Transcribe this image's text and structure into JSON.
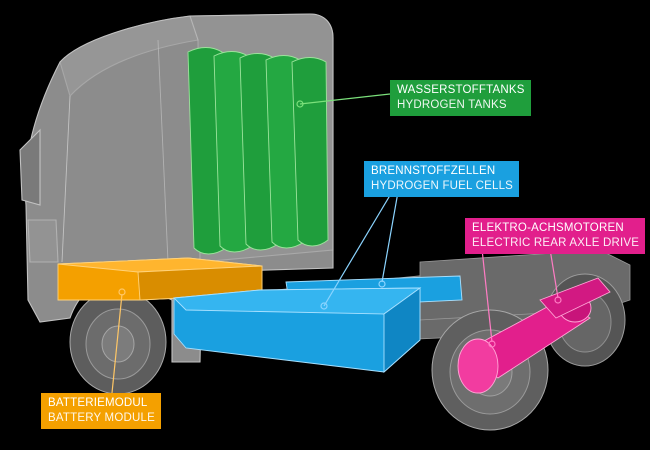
{
  "colors": {
    "background": "#000000",
    "truck_body": "#8a8a8a",
    "hydrogen_tanks": "#1f9e3c",
    "fuel_cells": "#1aa0e0",
    "electric_drive": "#e21f8c",
    "battery": "#f4a000"
  },
  "labels": {
    "hydrogen_tanks": {
      "de": "WASSERSTOFFTANKS",
      "en": "HYDROGEN TANKS"
    },
    "fuel_cells": {
      "de": "BRENNSTOFFZELLEN",
      "en": "HYDROGEN FUEL CELLS"
    },
    "electric_drive": {
      "de": "ELEKTRO-ACHSMOTOREN",
      "en": "ELECTRIC REAR AXLE DRIVE"
    },
    "battery": {
      "de": "BATTERIEMODUL",
      "en": "BATTERY MODULE"
    }
  }
}
